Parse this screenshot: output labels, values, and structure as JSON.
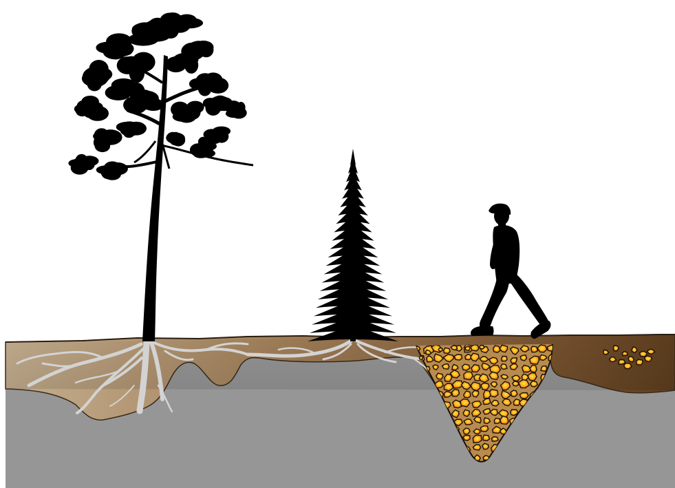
{
  "scene": {
    "labels": [],
    "colors": {
      "background": "#ffffff",
      "bedrock": "#969696",
      "soil_light": "#bfa888",
      "soil_dark": "#5e3e1e",
      "root": "#d2d2d2",
      "silhouette": "#000000",
      "ember_outer": "#f7941d",
      "ember_inner": "#ffd21f",
      "ember_deep": "#f25b12",
      "outline": "#111111"
    },
    "elements": [
      {
        "name": "pine-tree",
        "icon": "pine-tree-icon"
      },
      {
        "name": "spruce-tree",
        "icon": "spruce-tree-icon"
      },
      {
        "name": "walking-person",
        "icon": "person-walking-icon"
      },
      {
        "name": "tree-roots",
        "icon": "roots-icon"
      },
      {
        "name": "smouldering-peat-pocket",
        "icon": "embers-icon"
      },
      {
        "name": "surface-embers",
        "icon": "embers-icon"
      },
      {
        "name": "soil-layer",
        "icon": "soil-icon"
      },
      {
        "name": "bedrock-layer",
        "icon": "rock-icon"
      }
    ]
  }
}
